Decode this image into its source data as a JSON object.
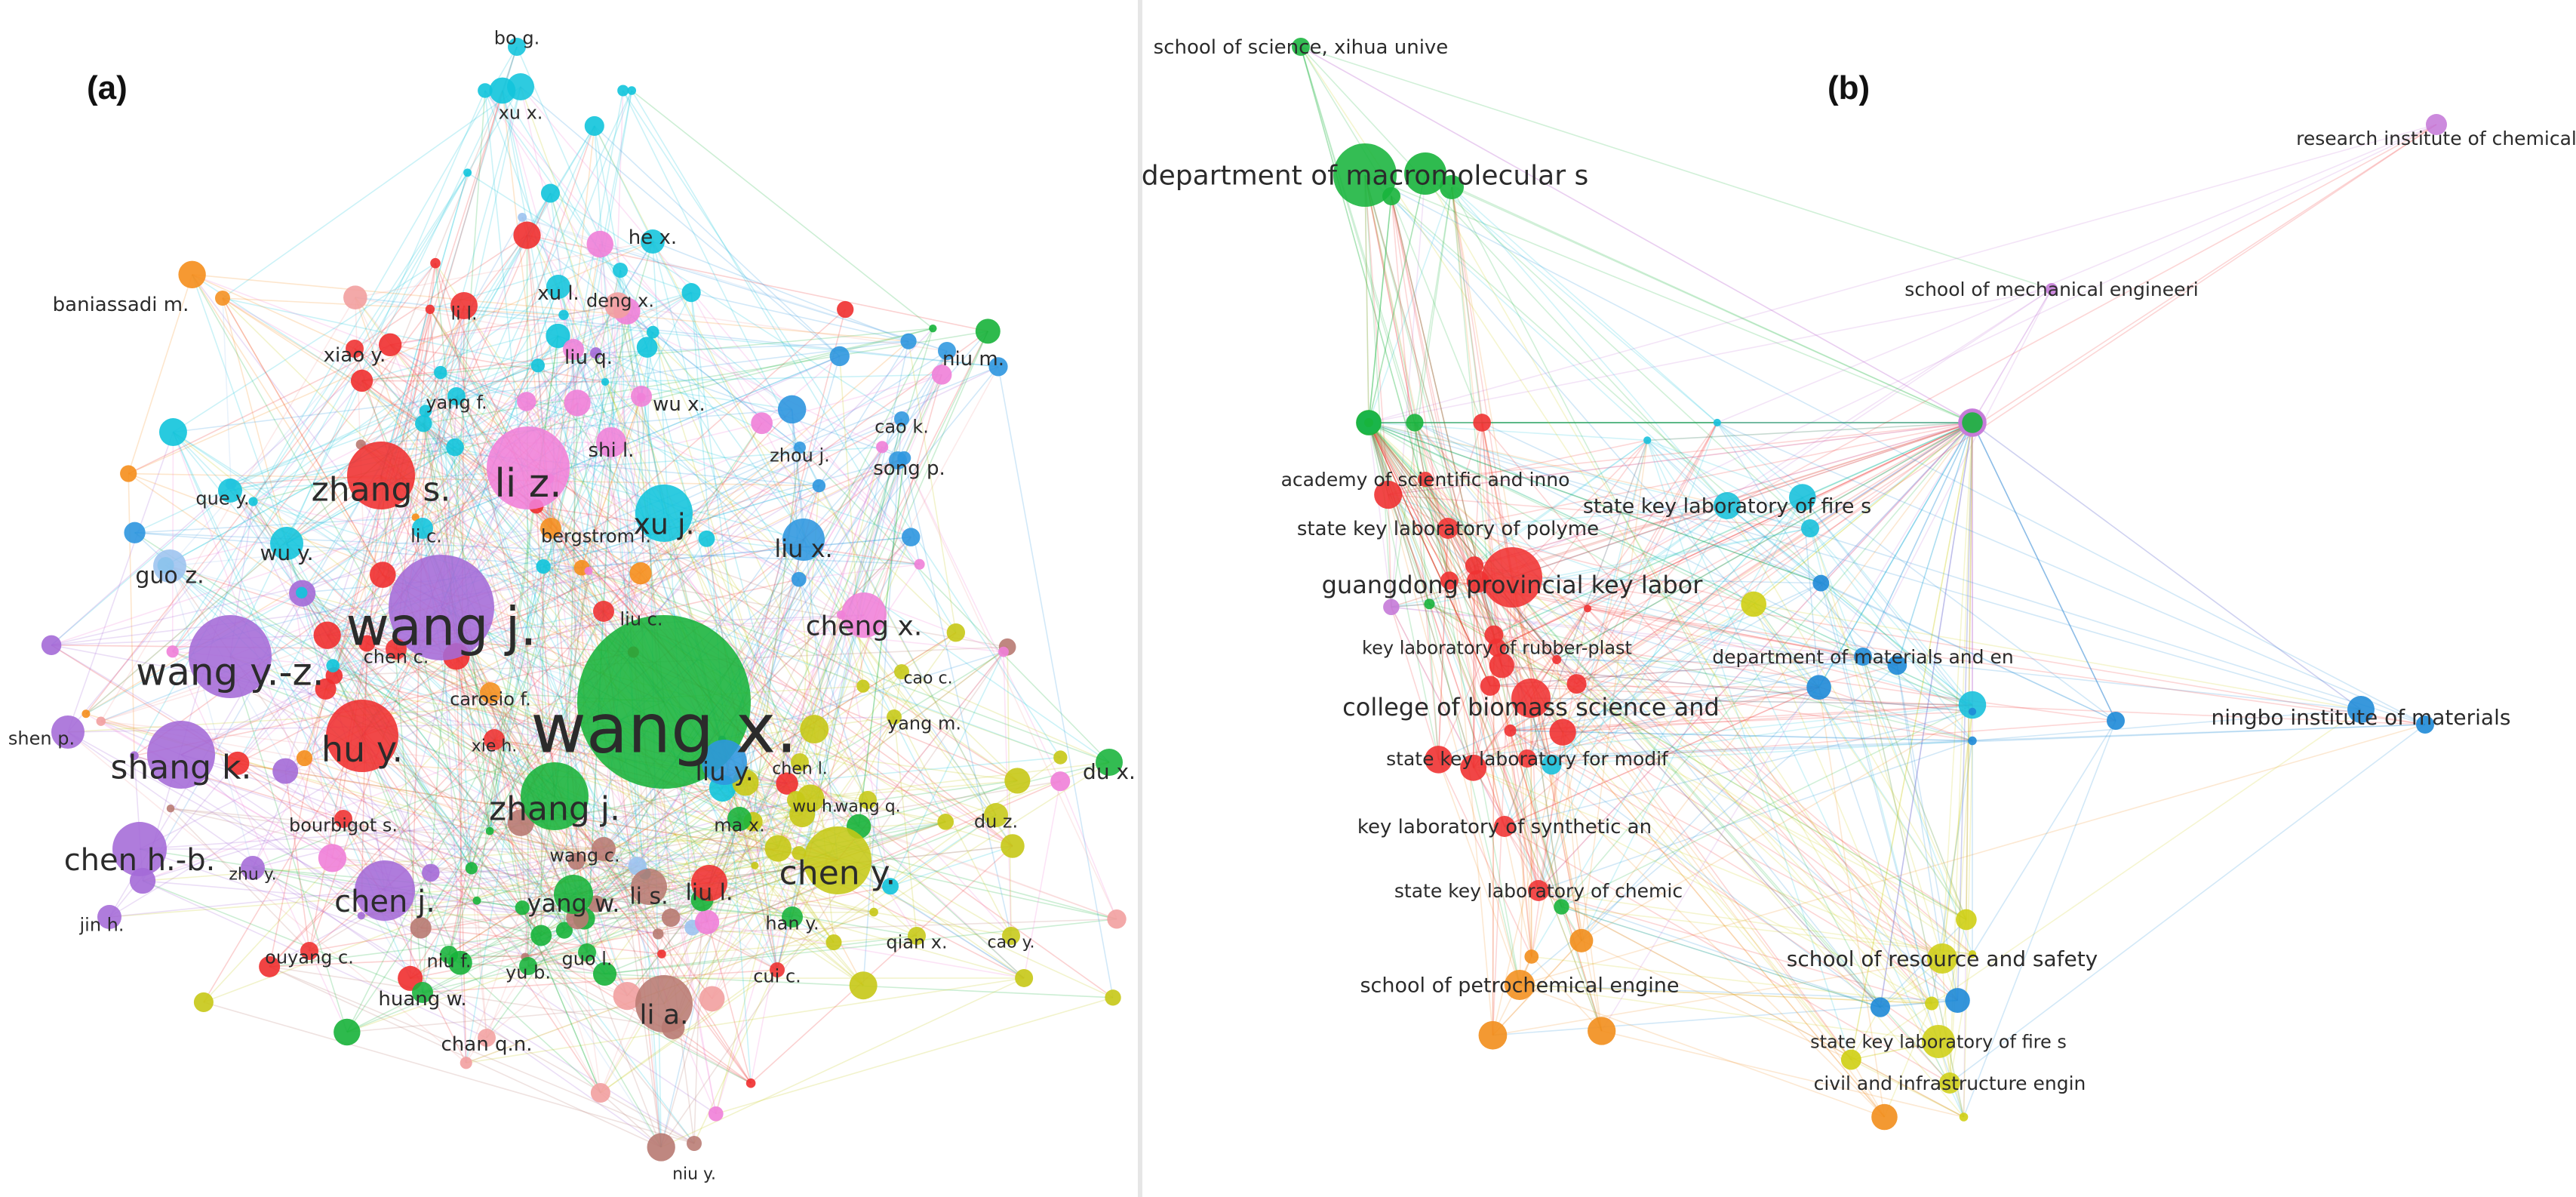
{
  "panels": {
    "a": {
      "label": "(a)",
      "colors": {
        "red": "#ef2f2f",
        "green": "#17b33a",
        "blue": "#2d96df",
        "cyan": "#11c4dc",
        "purple": "#a46ad7",
        "olive": "#c6c816",
        "orange": "#f58e1c",
        "pink": "#f07fd8",
        "brown": "#b87a72",
        "salmon": "#f2a0a0",
        "lightblue": "#9cc3ef"
      },
      "nodes": [
        {
          "id": "wang-x",
          "label": "wang x.",
          "color": "green",
          "size": 115,
          "text": 90
        },
        {
          "id": "wang-j",
          "label": "wang j.",
          "color": "purple",
          "size": 70,
          "text": 70
        },
        {
          "id": "li-z",
          "label": "li z.",
          "color": "pink",
          "size": 55,
          "text": 52
        },
        {
          "id": "wang-yz",
          "label": "wang y.-z.",
          "color": "purple",
          "size": 55,
          "text": 50
        },
        {
          "id": "zhang-s",
          "label": "zhang s.",
          "color": "red",
          "size": 45,
          "text": 44
        },
        {
          "id": "hu-y",
          "label": "hu y.",
          "color": "red",
          "size": 48,
          "text": 46
        },
        {
          "id": "shang-k",
          "label": "shang k.",
          "color": "purple",
          "size": 45,
          "text": 44
        },
        {
          "id": "zhang-j",
          "label": "zhang j.",
          "color": "green",
          "size": 45,
          "text": 44
        },
        {
          "id": "chen-y",
          "label": "chen y.",
          "color": "olive",
          "size": 45,
          "text": 44
        },
        {
          "id": "chen-hb",
          "label": "chen h.-b.",
          "color": "purple",
          "size": 36,
          "text": 40
        },
        {
          "id": "chen-j",
          "label": "chen j.",
          "color": "purple",
          "size": 40,
          "text": 40
        },
        {
          "id": "xu-j",
          "label": "xu j.",
          "color": "cyan",
          "size": 38,
          "text": 38
        },
        {
          "id": "li-a",
          "label": "li a.",
          "color": "brown",
          "size": 38,
          "text": 36
        },
        {
          "id": "cheng-x",
          "label": "cheng x.",
          "color": "pink",
          "size": 30,
          "text": 36
        },
        {
          "id": "liu-x",
          "label": "liu x.",
          "color": "blue",
          "size": 28,
          "text": 32
        },
        {
          "id": "liu-y",
          "label": "liu y.",
          "color": "blue",
          "size": 30,
          "text": 34
        },
        {
          "id": "yang-w",
          "label": "yang w.",
          "color": "green",
          "size": 26,
          "text": 32
        },
        {
          "id": "liu-l",
          "label": "liu l.",
          "color": "red",
          "size": 24,
          "text": 30
        },
        {
          "id": "li-s",
          "label": "li s.",
          "color": "brown",
          "size": 24,
          "text": 30
        },
        {
          "id": "guo-z",
          "label": "guo z.",
          "color": "lightblue",
          "size": 22,
          "text": 30
        },
        {
          "id": "wu-y",
          "label": "wu y.",
          "color": "cyan",
          "size": 22,
          "text": 28
        },
        {
          "id": "du-x",
          "label": "du x.",
          "color": "green",
          "size": 18,
          "text": 28
        },
        {
          "id": "bo-g",
          "label": "bo g.",
          "color": "cyan",
          "size": 12,
          "text": 24
        },
        {
          "id": "xu-x",
          "label": "xu x.",
          "color": "cyan",
          "size": 18,
          "text": 24
        },
        {
          "id": "he-x",
          "label": "he x.",
          "color": "cyan",
          "size": 16,
          "text": 26
        },
        {
          "id": "xu-l",
          "label": "xu l.",
          "color": "cyan",
          "size": 16,
          "text": 26
        },
        {
          "id": "deng-x",
          "label": "deng x.",
          "color": "cyan",
          "size": 10,
          "text": 24
        },
        {
          "id": "baniassadi-m",
          "label": "baniassadi m.",
          "color": "orange",
          "size": 10,
          "text": 26
        },
        {
          "id": "li-l",
          "label": "li l.",
          "color": "red",
          "size": 18,
          "text": 24
        },
        {
          "id": "xiao-y",
          "label": "xiao y.",
          "color": "red",
          "size": 12,
          "text": 26
        },
        {
          "id": "liu-q",
          "label": "liu q.",
          "color": "pink",
          "size": 14,
          "text": 26
        },
        {
          "id": "wu-x",
          "label": "wu x.",
          "color": "pink",
          "size": 14,
          "text": 26
        },
        {
          "id": "niu-m",
          "label": "niu m.",
          "color": "blue",
          "size": 12,
          "text": 26
        },
        {
          "id": "yang-f",
          "label": "yang f.",
          "color": "cyan",
          "size": 12,
          "text": 24
        },
        {
          "id": "shi-l",
          "label": "shi l.",
          "color": "pink",
          "size": 20,
          "text": 26
        },
        {
          "id": "cao-k",
          "label": "cao k.",
          "color": "blue",
          "size": 10,
          "text": 24
        },
        {
          "id": "zhou-j",
          "label": "zhou j.",
          "color": "blue",
          "size": 8,
          "text": 24
        },
        {
          "id": "song-p",
          "label": "song p.",
          "color": "blue",
          "size": 12,
          "text": 26
        },
        {
          "id": "que-y",
          "label": "que y.",
          "color": "cyan",
          "size": 16,
          "text": 24
        },
        {
          "id": "li-c",
          "label": "li c.",
          "color": "cyan",
          "size": 14,
          "text": 24
        },
        {
          "id": "bergstrom-l",
          "label": "bergstrom l.",
          "color": "orange",
          "size": 14,
          "text": 24
        },
        {
          "id": "liu-c",
          "label": "liu c.",
          "color": "red",
          "size": 14,
          "text": 24
        },
        {
          "id": "chen-c",
          "label": "chen c.",
          "color": "red",
          "size": 14,
          "text": 24
        },
        {
          "id": "carosio-f",
          "label": "carosio f.",
          "color": "orange",
          "size": 14,
          "text": 24
        },
        {
          "id": "cao-c",
          "label": "cao c.",
          "color": "olive",
          "size": 10,
          "text": 22
        },
        {
          "id": "yang-m",
          "label": "yang m.",
          "color": "olive",
          "size": 10,
          "text": 24
        },
        {
          "id": "shen-p",
          "label": "shen p.",
          "color": "purple",
          "size": 22,
          "text": 24
        },
        {
          "id": "xie-h",
          "label": "xie h.",
          "color": "red",
          "size": 14,
          "text": 22
        },
        {
          "id": "chen-l",
          "label": "chen l.",
          "color": "olive",
          "size": 12,
          "text": 22
        },
        {
          "id": "wu-h",
          "label": "wu h.",
          "color": "olive",
          "size": 12,
          "text": 22
        },
        {
          "id": "wang-q",
          "label": "wang q.",
          "color": "olive",
          "size": 12,
          "text": 22
        },
        {
          "id": "du-z",
          "label": "du z.",
          "color": "olive",
          "size": 16,
          "text": 24
        },
        {
          "id": "ma-x",
          "label": "ma x.",
          "color": "green",
          "size": 16,
          "text": 24
        },
        {
          "id": "bourbigot-s",
          "label": "bourbigot s.",
          "color": "red",
          "size": 12,
          "text": 24
        },
        {
          "id": "wang-c",
          "label": "wang c.",
          "color": "brown",
          "size": 16,
          "text": 24
        },
        {
          "id": "zhu-y",
          "label": "zhu y.",
          "color": "purple",
          "size": 16,
          "text": 22
        },
        {
          "id": "han-y",
          "label": "han y.",
          "color": "green",
          "size": 14,
          "text": 24
        },
        {
          "id": "cao-y",
          "label": "cao y.",
          "color": "olive",
          "size": 12,
          "text": 22
        },
        {
          "id": "jin-h",
          "label": "jin h.",
          "color": "purple",
          "size": 16,
          "text": 24
        },
        {
          "id": "ouyang-c",
          "label": "ouyang c.",
          "color": "red",
          "size": 12,
          "text": 24
        },
        {
          "id": "niu-f",
          "label": "niu f.",
          "color": "green",
          "size": 12,
          "text": 24
        },
        {
          "id": "yu-b",
          "label": "yu b.",
          "color": "green",
          "size": 12,
          "text": 24
        },
        {
          "id": "guo-l",
          "label": "guo l.",
          "color": "green",
          "size": 12,
          "text": 24
        },
        {
          "id": "qian-x",
          "label": "qian x.",
          "color": "olive",
          "size": 12,
          "text": 24
        },
        {
          "id": "cui-c",
          "label": "cui c.",
          "color": "red",
          "size": 10,
          "text": 24
        },
        {
          "id": "huang-w",
          "label": "huang w.",
          "color": "green",
          "size": 14,
          "text": 26
        },
        {
          "id": "chan-qn",
          "label": "chan q.n.",
          "color": "salmon",
          "size": 12,
          "text": 26
        },
        {
          "id": "niu-y",
          "label": "niu y.",
          "color": "brown",
          "size": 10,
          "text": 22
        }
      ]
    },
    "b": {
      "label": "(b)",
      "colors": {
        "green": "#18b43c",
        "red": "#f03232",
        "blue": "#1e8ad7",
        "cyan": "#19c1db",
        "olive": "#cfcf14",
        "orange": "#f28e1c",
        "purple": "#c57ad8"
      },
      "nodes": [
        {
          "id": "xihua",
          "label": "school of science, xihua unive",
          "color": "green",
          "size": 12,
          "text": 26
        },
        {
          "id": "macromolecular",
          "label": "department of macromolecular s",
          "color": "green",
          "size": 42,
          "text": 36
        },
        {
          "id": "research-chem",
          "label": "research institute of chemical",
          "color": "purple",
          "size": 14,
          "text": 25
        },
        {
          "id": "mech-eng",
          "label": "school of mechanical engineeri",
          "color": "purple",
          "size": 8,
          "text": 25
        },
        {
          "id": "academy",
          "label": "academy of scientific and inno",
          "color": "red",
          "size": 10,
          "text": 25
        },
        {
          "id": "skl-fire-1",
          "label": "state key laboratory of fire s",
          "color": "cyan",
          "size": 18,
          "text": 27
        },
        {
          "id": "skl-polyme",
          "label": "state key laboratory of polyme",
          "color": "red",
          "size": 14,
          "text": 26
        },
        {
          "id": "guangdong",
          "label": "guangdong provincial key labor",
          "color": "red",
          "size": 40,
          "text": 32
        },
        {
          "id": "rubber-plast",
          "label": "key laboratory of rubber-plast",
          "color": "red",
          "size": 12,
          "text": 24
        },
        {
          "id": "dept-materials",
          "label": "department of materials and en",
          "color": "blue",
          "size": 12,
          "text": 25
        },
        {
          "id": "biomass",
          "label": "college of biomass science and",
          "color": "red",
          "size": 26,
          "text": 32
        },
        {
          "id": "ningbo",
          "label": "ningbo institute of materials",
          "color": "blue",
          "size": 18,
          "text": 28
        },
        {
          "id": "skl-modif",
          "label": "state key laboratory for modif",
          "color": "red",
          "size": 12,
          "text": 25
        },
        {
          "id": "synthetic",
          "label": "key laboratory of synthetic an",
          "color": "red",
          "size": 14,
          "text": 26
        },
        {
          "id": "skl-chemic",
          "label": "state key laboratory of chemic",
          "color": "red",
          "size": 14,
          "text": 25
        },
        {
          "id": "resource-safety",
          "label": "school of resource and safety",
          "color": "olive",
          "size": 20,
          "text": 28
        },
        {
          "id": "petrochemical",
          "label": "school of petrochemical engine",
          "color": "orange",
          "size": 20,
          "text": 27
        },
        {
          "id": "skl-fire-2",
          "label": "state key laboratory of fire s",
          "color": "olive",
          "size": 22,
          "text": 24
        },
        {
          "id": "civil",
          "label": "civil and infrastructure engin",
          "color": "olive",
          "size": 14,
          "text": 25
        }
      ]
    }
  }
}
